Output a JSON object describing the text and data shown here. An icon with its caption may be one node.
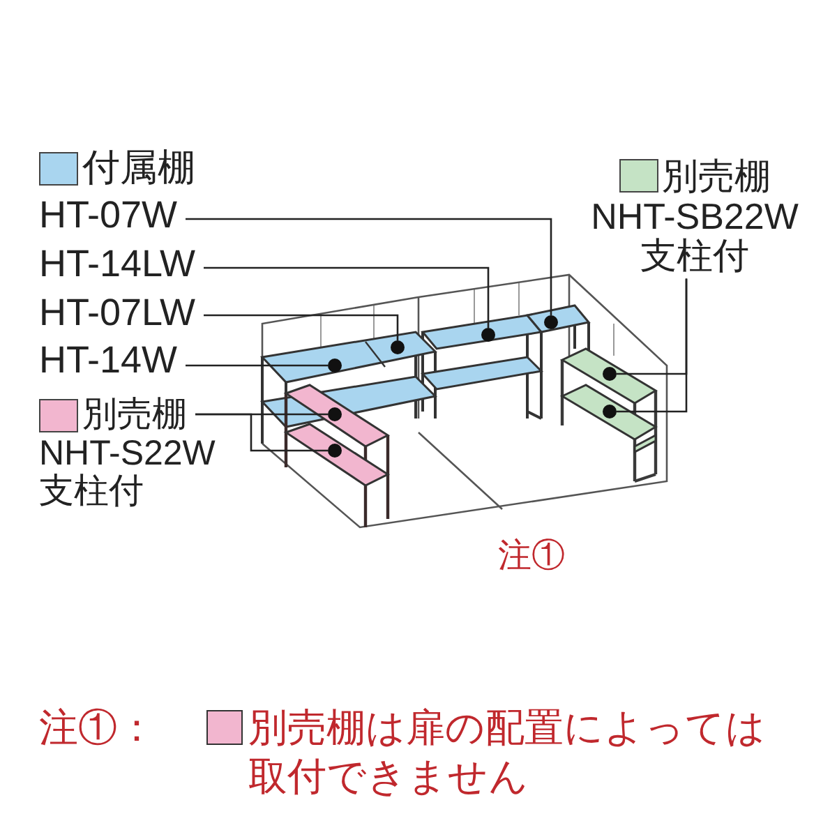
{
  "diagram": {
    "nodes": [
      {
        "text": [
          "HT-07W"
        ]
      },
      {
        "text": [
          "HT-14LW"
        ]
      },
      {
        "text": [
          "HT-07LW"
        ]
      },
      {
        "text": [
          "HT-14W"
        ]
      },
      {
        "text": [
          "別売棚",
          "NHT-S22W 支柱付"
        ]
      },
      {
        "text": [
          "別売棚",
          "NHT-SB22W 支柱付"
        ]
      },
      {
        "text": [],
        "shape": "circle"
      },
      {
        "text": [],
        "shape": "circle"
      },
      {
        "text": [],
        "shape": "circle"
      },
      {
        "text": [],
        "shape": "circle"
      },
      {
        "text": [],
        "shape": "circle"
      },
      {
        "text": [],
        "shape": "circle"
      },
      {
        "text": [],
        "shape": "circle"
      },
      {
        "text": [],
        "shape": "circle"
      }
    ],
    "edges": [
      {
        "from": 0,
        "to": 6,
        "arrow": "none"
      },
      {
        "from": 1,
        "to": 7,
        "arrow": "none"
      },
      {
        "from": 2,
        "to": 8,
        "arrow": "none"
      },
      {
        "from": 3,
        "to": 9,
        "arrow": "none"
      },
      {
        "from": 4,
        "to": 10,
        "arrow": "none"
      },
      {
        "from": 4,
        "to": 11,
        "arrow": "none"
      },
      {
        "from": 5,
        "to": 12,
        "arrow": "none"
      },
      {
        "from": 5,
        "to": 13,
        "arrow": "none"
      }
    ],
    "labels": [
      "注①",
      "注①：",
      "別売棚は扉の配置によっては取付できません"
    ],
    "legend": [
      {
        "text": "付属棚",
        "color": "#a9d5ef"
      }
    ]
  }
}
